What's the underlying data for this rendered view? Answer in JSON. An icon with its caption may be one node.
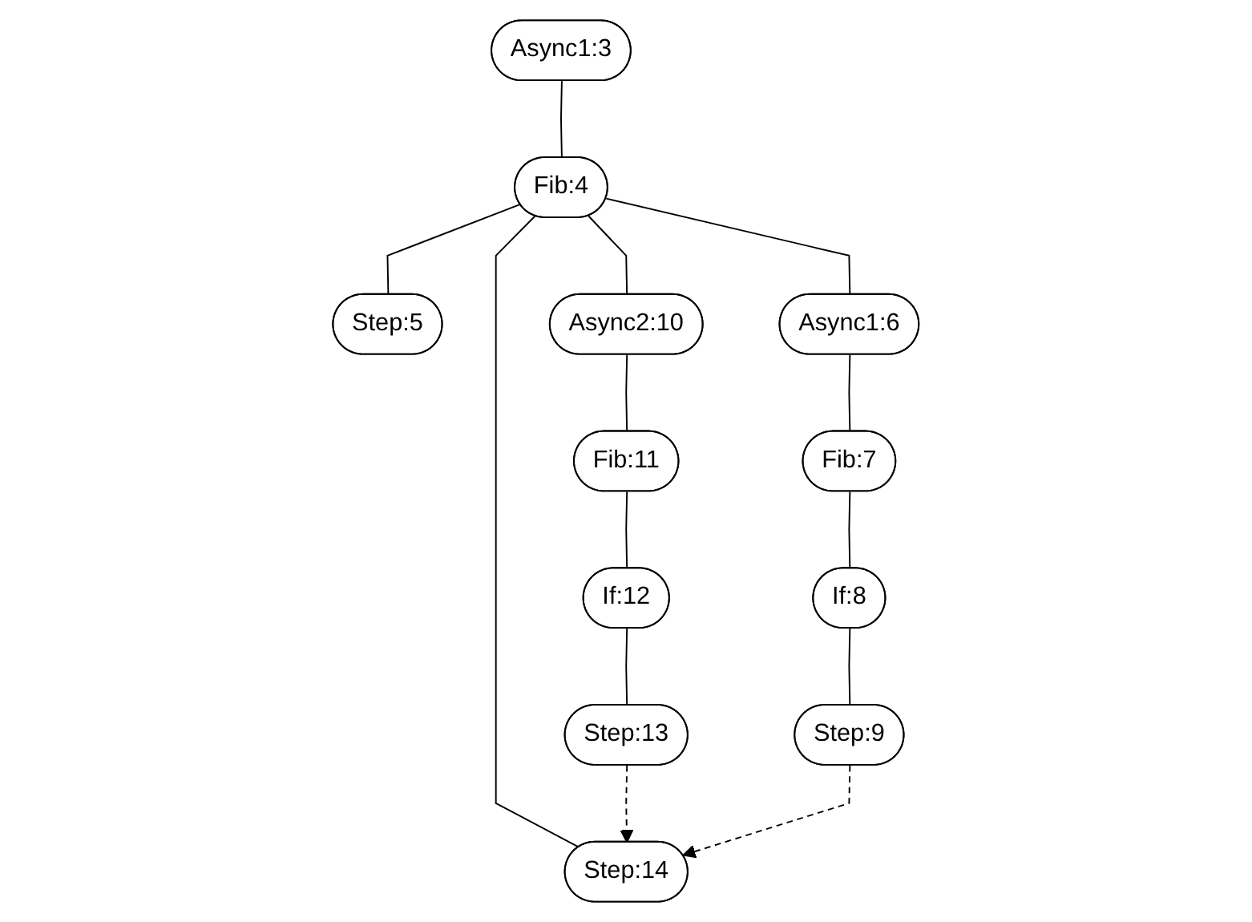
{
  "diagram": {
    "nodes": [
      {
        "text": [
          "Async1:3"
        ]
      },
      {
        "text": [
          "Fib:4"
        ]
      },
      {
        "text": [
          "Step:5"
        ]
      },
      {
        "text": [
          "Async1:6"
        ]
      },
      {
        "text": [
          "Async2:10"
        ]
      },
      {
        "text": [
          "Step:14"
        ]
      },
      {
        "text": [
          "Fib:7"
        ]
      },
      {
        "text": [
          "Fib:11"
        ]
      },
      {
        "text": [
          "If:8"
        ]
      },
      {
        "text": [
          "If:12"
        ]
      },
      {
        "text": [
          "Step:9"
        ]
      },
      {
        "text": [
          "Step:13"
        ]
      }
    ],
    "edges": [
      {
        "from": 0,
        "to": 1,
        "arrow": "none"
      },
      {
        "from": 1,
        "to": 2,
        "arrow": "none"
      },
      {
        "from": 1,
        "to": 3,
        "arrow": "none"
      },
      {
        "from": 1,
        "to": 4,
        "arrow": "none"
      },
      {
        "from": 1,
        "to": 5,
        "arrow": "none"
      },
      {
        "from": 3,
        "to": 6,
        "arrow": "none"
      },
      {
        "from": 6,
        "to": 8,
        "arrow": "none"
      },
      {
        "from": 8,
        "to": 10,
        "arrow": "none"
      },
      {
        "from": 4,
        "to": 7,
        "arrow": "none"
      },
      {
        "from": 7,
        "to": 9,
        "arrow": "none"
      },
      {
        "from": 9,
        "to": 11,
        "arrow": "none"
      },
      {
        "from": 11,
        "to": 5,
        "arrow": "to",
        "style": "dashed"
      },
      {
        "from": 10,
        "to": 5,
        "arrow": "to",
        "style": "dashed"
      }
    ]
  }
}
